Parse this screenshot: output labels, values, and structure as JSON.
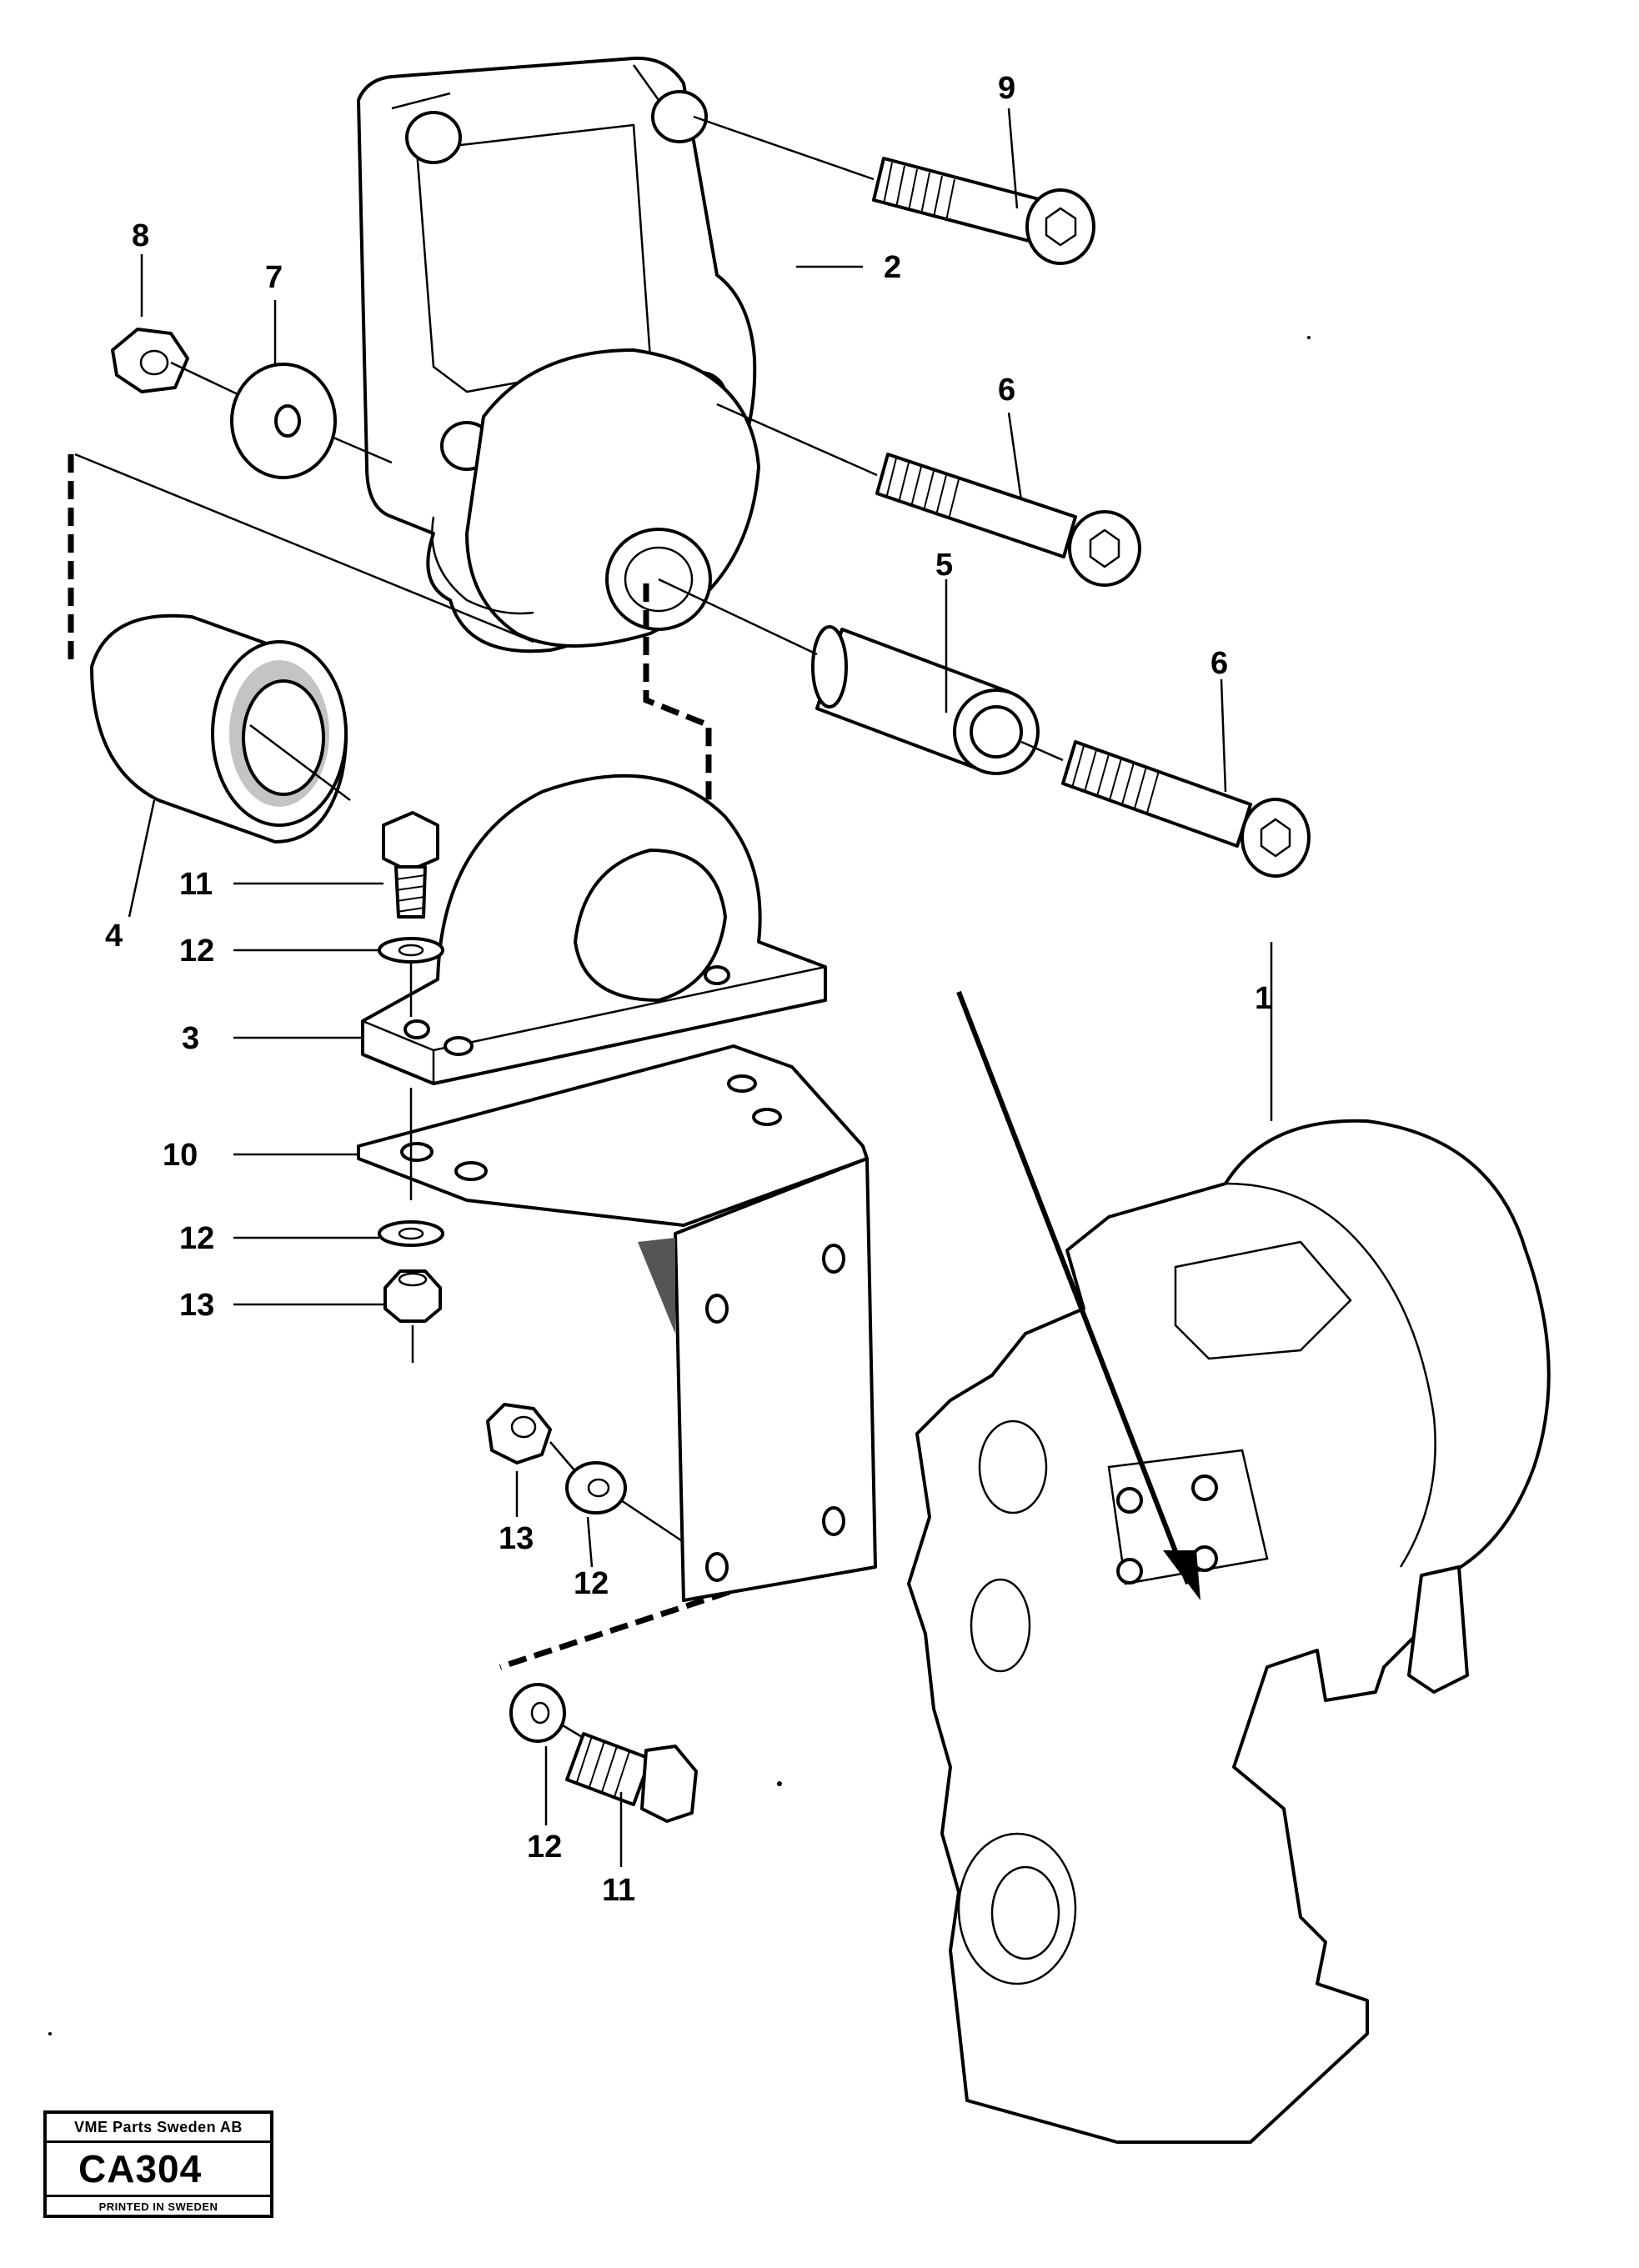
{
  "diagram": {
    "callouts": {
      "c1": "1",
      "c2": "2",
      "c3": "3",
      "c4": "4",
      "c5": "5",
      "c6a": "6",
      "c6b": "6",
      "c7": "7",
      "c8": "8",
      "c9": "9",
      "c10": "10",
      "c11a": "11",
      "c11b": "11",
      "c12a": "12",
      "c12b": "12",
      "c12c": "12",
      "c12d": "12",
      "c13a": "13",
      "c13b": "13"
    }
  },
  "title_block": {
    "company": "VME Parts Sweden AB",
    "code": "CA304",
    "printed": "PRINTED IN SWEDEN"
  }
}
